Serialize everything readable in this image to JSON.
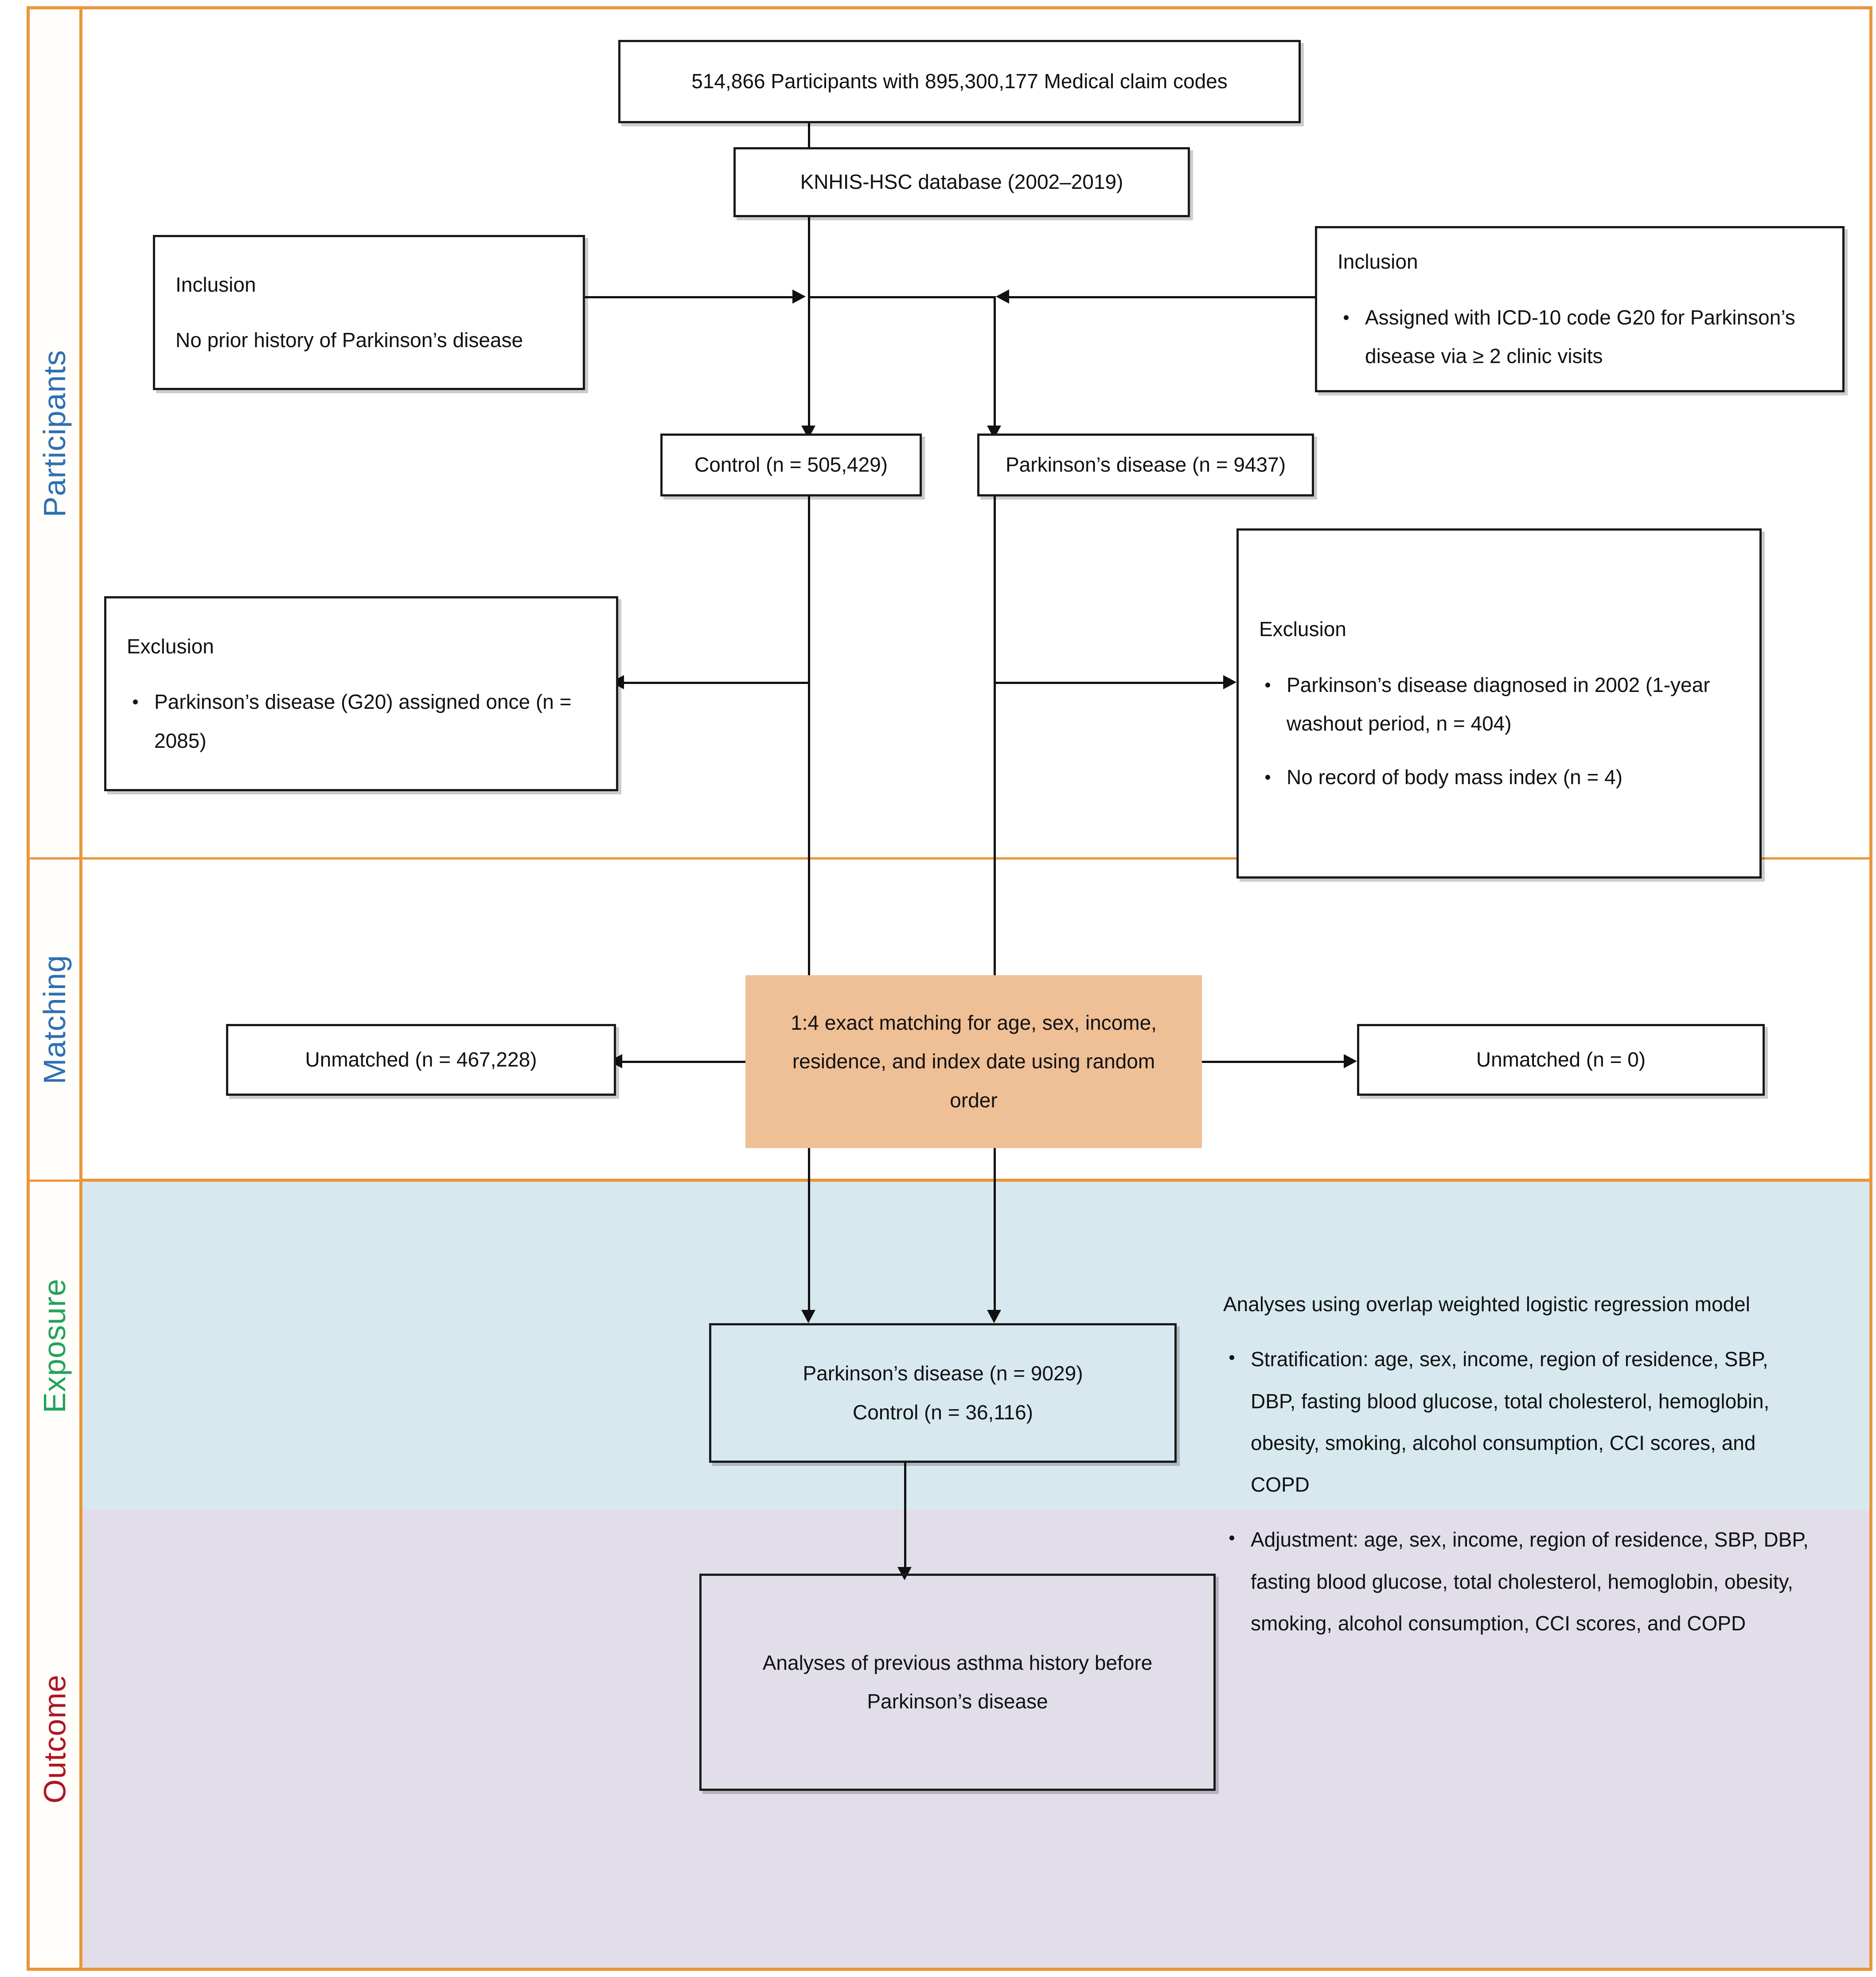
{
  "rail": {
    "participants": "Participants",
    "matching": "Matching",
    "exposure": "Exposure",
    "outcome": "Outcome"
  },
  "colors": {
    "rail_border": "#E8963C",
    "participants_label": "#2D6FB5",
    "matching_label": "#2D6FB5",
    "exposure_label": "#22A35B",
    "outcome_label": "#B01422",
    "exposure_band": "#D7E9EF",
    "outcome_band": "#E2DEE9",
    "matching_box": "#EFBF96",
    "box_border": "#1A1A1A"
  },
  "nodes": {
    "source": "514,866 Participants with 895,300,177 Medical claim codes",
    "database": "KNHIS-HSC database (2002–2019)",
    "inclusion_left": {
      "header": "Inclusion",
      "text": "No prior history of Parkinson’s disease"
    },
    "inclusion_right": {
      "header": "Inclusion",
      "bullets": [
        "Assigned with ICD-10 code G20 for Parkinson’s disease via ≥ 2 clinic visits"
      ]
    },
    "control": "Control (n = 505,429)",
    "parkinson": "Parkinson’s disease (n = 9437)",
    "exclusion_left": {
      "header": "Exclusion",
      "bullets": [
        "Parkinson’s disease (G20) assigned once (n = 2085)"
      ]
    },
    "exclusion_right": {
      "header": "Exclusion",
      "bullets": [
        "Parkinson’s disease diagnosed in 2002 (1-year washout period, n = 404)",
        "No record of body mass index (n = 4)"
      ]
    },
    "matching": "1:4 exact matching for age, sex, income, residence, and index date using random order",
    "unmatched_left": "Unmatched (n = 467,228)",
    "unmatched_right": "Unmatched (n = 0)",
    "cohort": {
      "line1": "Parkinson’s disease (n = 9029)",
      "line2": "Control (n = 36,116)"
    },
    "outcome": {
      "line1": "Analyses of previous asthma history before",
      "line2": "Parkinson’s disease"
    }
  },
  "analyses": {
    "intro": "Analyses using overlap weighted logistic regression model",
    "bullets": [
      "Stratification: age, sex, income, region of residence, SBP, DBP, fasting blood glucose, total cholesterol, hemoglobin, obesity, smoking, alcohol consumption, CCI scores, and COPD",
      "Adjustment: age, sex, income, region of residence, SBP, DBP, fasting blood glucose, total cholesterol, hemoglobin, obesity, smoking, alcohol consumption, CCI scores, and COPD"
    ]
  }
}
